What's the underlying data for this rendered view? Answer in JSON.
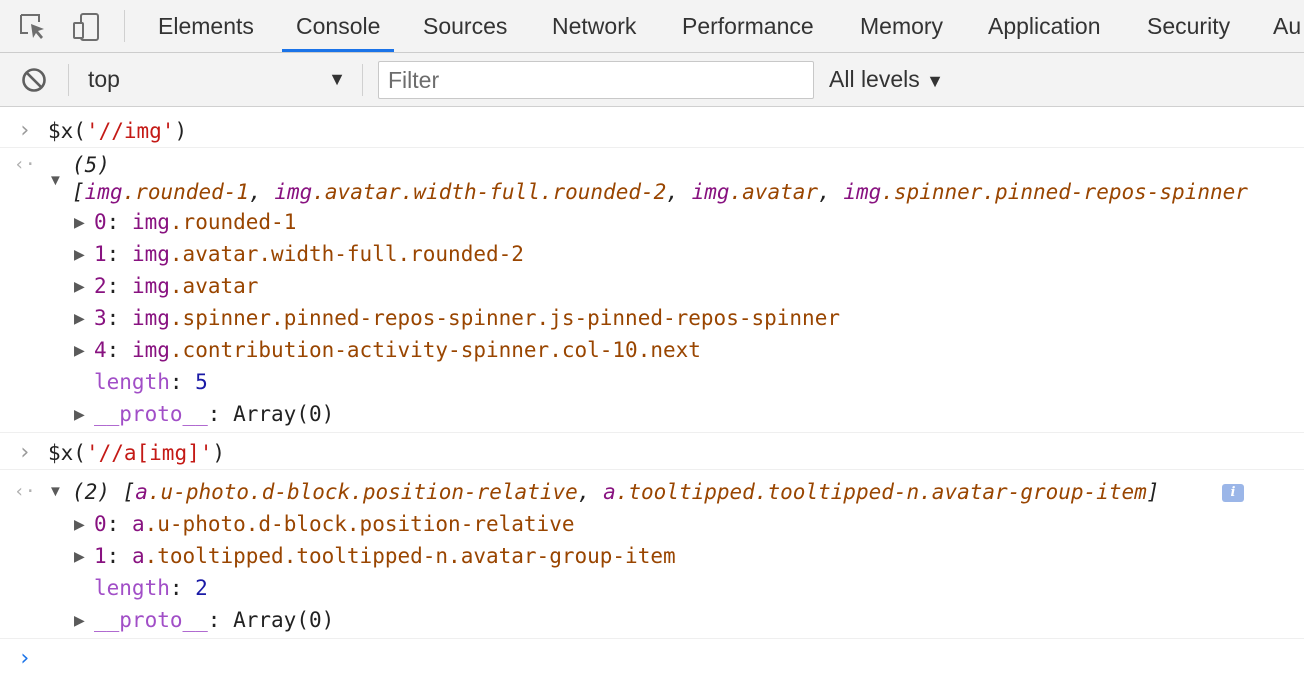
{
  "tabs": [
    {
      "label": "Elements"
    },
    {
      "label": "Console"
    },
    {
      "label": "Sources"
    },
    {
      "label": "Network"
    },
    {
      "label": "Performance"
    },
    {
      "label": "Memory"
    },
    {
      "label": "Application"
    },
    {
      "label": "Security"
    },
    {
      "label": "Au"
    }
  ],
  "active_tab": "Console",
  "icons": {
    "inspect": "inspect-element-icon",
    "device": "device-toolbar-icon",
    "clear": "clear-console-icon",
    "info": "info-icon"
  },
  "toolbar": {
    "context": "top",
    "filter_placeholder": "Filter",
    "levels": "All levels"
  },
  "colors": {
    "accent": "#1a73e8",
    "string": "#c41a16",
    "tag": "#881280",
    "class": "#994500",
    "number": "#1a1aa6"
  },
  "console": {
    "entry1": {
      "cmd_fn": "$x(",
      "cmd_str": "'//img'",
      "cmd_close": ")",
      "count": "(5)",
      "preview_open": "[",
      "preview": [
        {
          "tag": "img",
          "cls": ".rounded-1"
        },
        {
          "tag": "img",
          "cls": ".avatar.width-full.rounded-2"
        },
        {
          "tag": "img",
          "cls": ".avatar"
        },
        {
          "tag": "img",
          "cls": ".spinner.pinned-repos-spinner"
        }
      ],
      "items": [
        {
          "index": "0",
          "tag": "img",
          "cls": ".rounded-1"
        },
        {
          "index": "1",
          "tag": "img",
          "cls": ".avatar.width-full.rounded-2"
        },
        {
          "index": "2",
          "tag": "img",
          "cls": ".avatar"
        },
        {
          "index": "3",
          "tag": "img",
          "cls": ".spinner.pinned-repos-spinner.js-pinned-repos-spinner"
        },
        {
          "index": "4",
          "tag": "img",
          "cls": ".contribution-activity-spinner.col-10.next"
        }
      ],
      "length_key": "length",
      "length_val": "5",
      "proto_key": "__proto__",
      "proto_val": "Array(0)"
    },
    "entry2": {
      "cmd_fn": "$x(",
      "cmd_str": "'//a[img]'",
      "cmd_close": ")",
      "count": "(2)",
      "preview_open": "[",
      "preview": [
        {
          "tag": "a",
          "cls": ".u-photo.d-block.position-relative"
        },
        {
          "tag": "a",
          "cls": ".tooltipped.tooltipped-n.avatar-group-item"
        }
      ],
      "preview_close": "]",
      "items": [
        {
          "index": "0",
          "tag": "a",
          "cls": ".u-photo.d-block.position-relative"
        },
        {
          "index": "1",
          "tag": "a",
          "cls": ".tooltipped.tooltipped-n.avatar-group-item"
        }
      ],
      "length_key": "length",
      "length_val": "2",
      "proto_key": "__proto__",
      "proto_val": "Array(0)"
    },
    "info_badge": "i",
    "colon": ":",
    "comma": ", "
  }
}
